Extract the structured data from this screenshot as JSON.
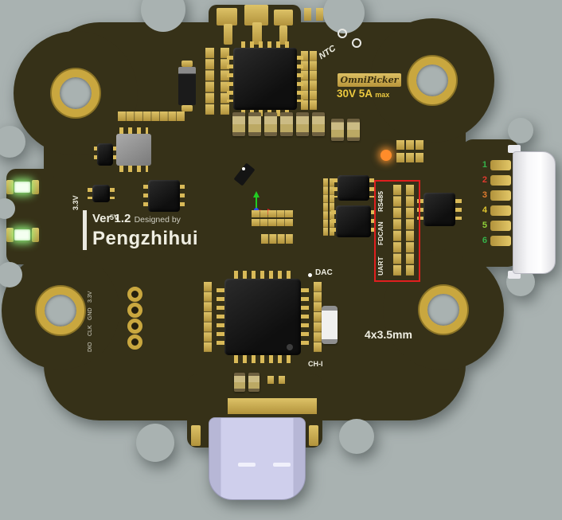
{
  "colors": {
    "background": "#a9b2b1",
    "board": "#363118",
    "gold": "#c9a73f",
    "red_box": "#e01f1f",
    "usb_connector": "#cfcfec",
    "orange_led": "#ff8c2a"
  },
  "silkscreen": {
    "badge": "OmniPicker",
    "rating": "30V 5A",
    "rating_max": "max",
    "ntc": "NTC",
    "version": "Ver 1.2",
    "designed_by": "Designed by",
    "author": "Pengzhihui",
    "v33": "3.3V",
    "v5": "5V",
    "dac": "DAC",
    "ch1": "CH-I",
    "mount_holes": "4x3.5mm",
    "debug": [
      "3.3V",
      "GND",
      "CLK",
      "DIO"
    ],
    "interfaces": [
      "RS485",
      "FDCAN",
      "UART"
    ]
  },
  "connector": {
    "pins": [
      {
        "n": "1",
        "style": "color:#35b24a"
      },
      {
        "n": "2",
        "style": "color:#e03a2f"
      },
      {
        "n": "3",
        "style": "color:#e07b2f"
      },
      {
        "n": "4",
        "style": "color:#e0c52f"
      },
      {
        "n": "5",
        "style": "color:#8fd23a"
      },
      {
        "n": "6",
        "style": "color:#35b24a"
      }
    ]
  }
}
